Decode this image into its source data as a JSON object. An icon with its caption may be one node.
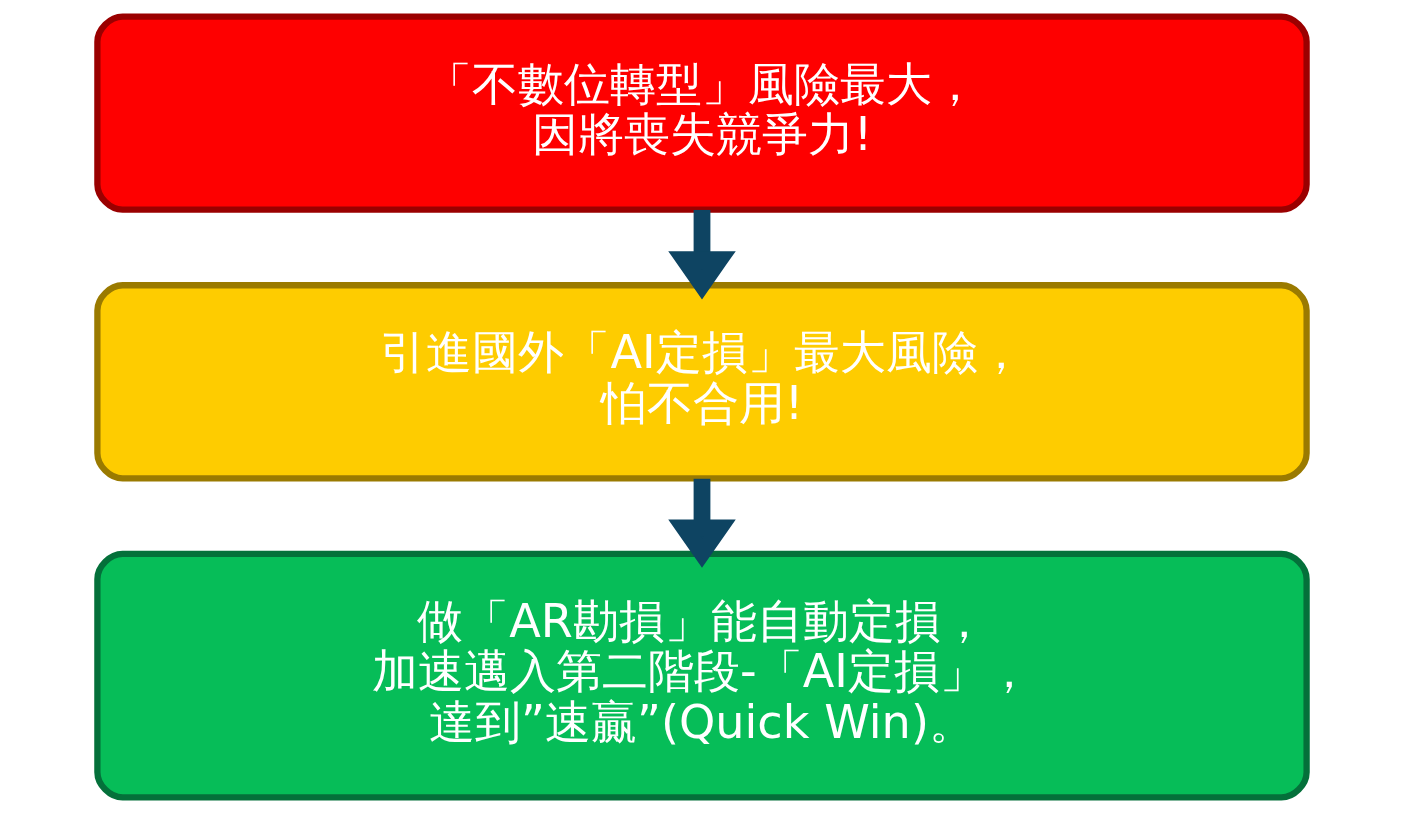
{
  "diagram": {
    "nodes": [
      {
        "text": [
          "「不數位轉型」風險最大，因將喪失競爭力!"
        ]
      },
      {
        "text": [
          "引進國外「AI定損」最大風險，怕不合用!"
        ]
      },
      {
        "text": [
          "做「AR勘損」能自動定損，加速邁入第二階段-「AI定損」，達到”速贏”(Quick Win)。"
        ]
      }
    ],
    "edges": [
      {
        "from": 0,
        "to": 1,
        "arrow": "to"
      },
      {
        "from": 1,
        "to": 2,
        "arrow": "to"
      }
    ]
  }
}
